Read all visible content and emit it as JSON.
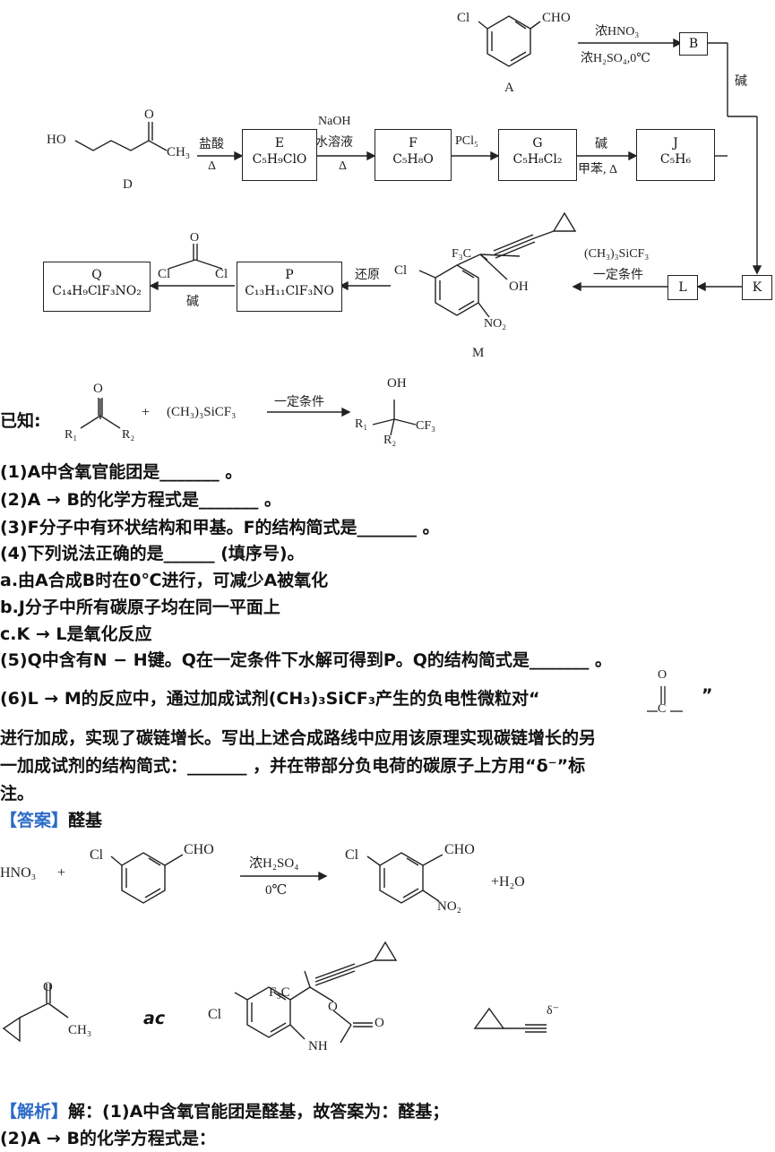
{
  "scheme": {
    "A": {
      "label": "A",
      "cl": "Cl",
      "cho": "CHO"
    },
    "arrow_AB": {
      "top": "浓HNO₃",
      "bottom": "浓H₂SO₄,0℃"
    },
    "B": "B",
    "jian1": "碱",
    "D": {
      "label": "D",
      "ho": "HO",
      "o": "O",
      "ch3": "CH₃"
    },
    "arrow_DE": {
      "top": "盐酸",
      "bottom": "Δ"
    },
    "E": {
      "name": "E",
      "formula": "C₅H₉ClO"
    },
    "arrow_EF": {
      "top1": "NaOH",
      "top2": "水溶液",
      "bottom": "Δ"
    },
    "F": {
      "name": "F",
      "formula": "C₅H₈O"
    },
    "arrow_FG": {
      "top": "PCl₅"
    },
    "G": {
      "name": "G",
      "formula": "C₅H₈Cl₂"
    },
    "arrow_GJ": {
      "top": "碱",
      "bottom": "甲苯, Δ"
    },
    "J": {
      "name": "J",
      "formula": "C₅H₆"
    },
    "K": "K",
    "L": "L",
    "arrow_KL": {
      "top": "(CH₃)₃SiCF₃",
      "bottom": "一定条件"
    },
    "M": {
      "label": "M",
      "f3c": "F₃C",
      "oh": "OH",
      "cl": "Cl",
      "no2": "NO₂"
    },
    "arrow_MP": {
      "top": "还原"
    },
    "P": {
      "name": "P",
      "formula": "C₁₃H₁₁ClF₃NO"
    },
    "arrow_PQ": {
      "cl1": "Cl",
      "cl2": "Cl",
      "o": "O",
      "bottom": "碱"
    },
    "Q": {
      "name": "Q",
      "formula": "C₁₄H₉ClF₃NO₂"
    }
  },
  "known": {
    "label": "已知:",
    "o": "O",
    "r1": "R₁",
    "r2": "R₂",
    "plus": "+",
    "reagent": "(CH₃)₃SiCF₃",
    "condition": "一定条件",
    "oh": "OH",
    "pr1": "R₁",
    "pr2": "R₂",
    "cf3": "CF₃"
  },
  "questions": [
    "(1)A中含氧官能团是_______ 。",
    "(2)A → B的化学方程式是_______ 。",
    "(3)F分子中有环状结构和甲基。F的结构简式是_______ 。",
    "(4)下列说法正确的是______ (填序号)。",
    "a.由A合成B时在0℃进行，可减少A被氧化",
    "b.J分子中所有碳原子均在同一平面上",
    "c.K → L是氧化反应",
    "(5)Q中含有N − H键。Q在一定条件下水解可得到P。Q的结构简式是_______ 。",
    "(6)L → M的反应中，通过加成试剂(CH₃)₃SiCF₃产生的负电性微粒对“",
    "”",
    "进行加成，实现了碳链增长。写出上述合成路线中应用该原理实现碳链增长的另",
    "一加成试剂的结构简式：_______ ，并在带部分负电荷的碳原子上方用“δ⁻”标",
    "注。"
  ],
  "carbonyl_fragment": {
    "o": "O",
    "c": "C"
  },
  "answer": {
    "tag": "【答案】",
    "a1": "醛基",
    "eq": {
      "hno3": "HNO₃",
      "plus1": "+",
      "cl": "Cl",
      "cho": "CHO",
      "cond_top": "浓H₂SO₄",
      "cond_bottom": "0℃",
      "pcl": "Cl",
      "pcho": "CHO",
      "pno2": "NO₂",
      "plus2": "+H₂O"
    },
    "row3": {
      "o": "O",
      "ch3": "CH₃",
      "ac": "ac",
      "f3c": "F₃C",
      "cl": "Cl",
      "o2": "O",
      "o3": "O",
      "nh": "NH",
      "delta": "δ⁻"
    }
  },
  "analysis": {
    "tag": "【解析】",
    "line1": "解：(1)A中含氧官能团是醛基，故答案为：醛基；",
    "line2": "(2)A → B的化学方程式是："
  }
}
